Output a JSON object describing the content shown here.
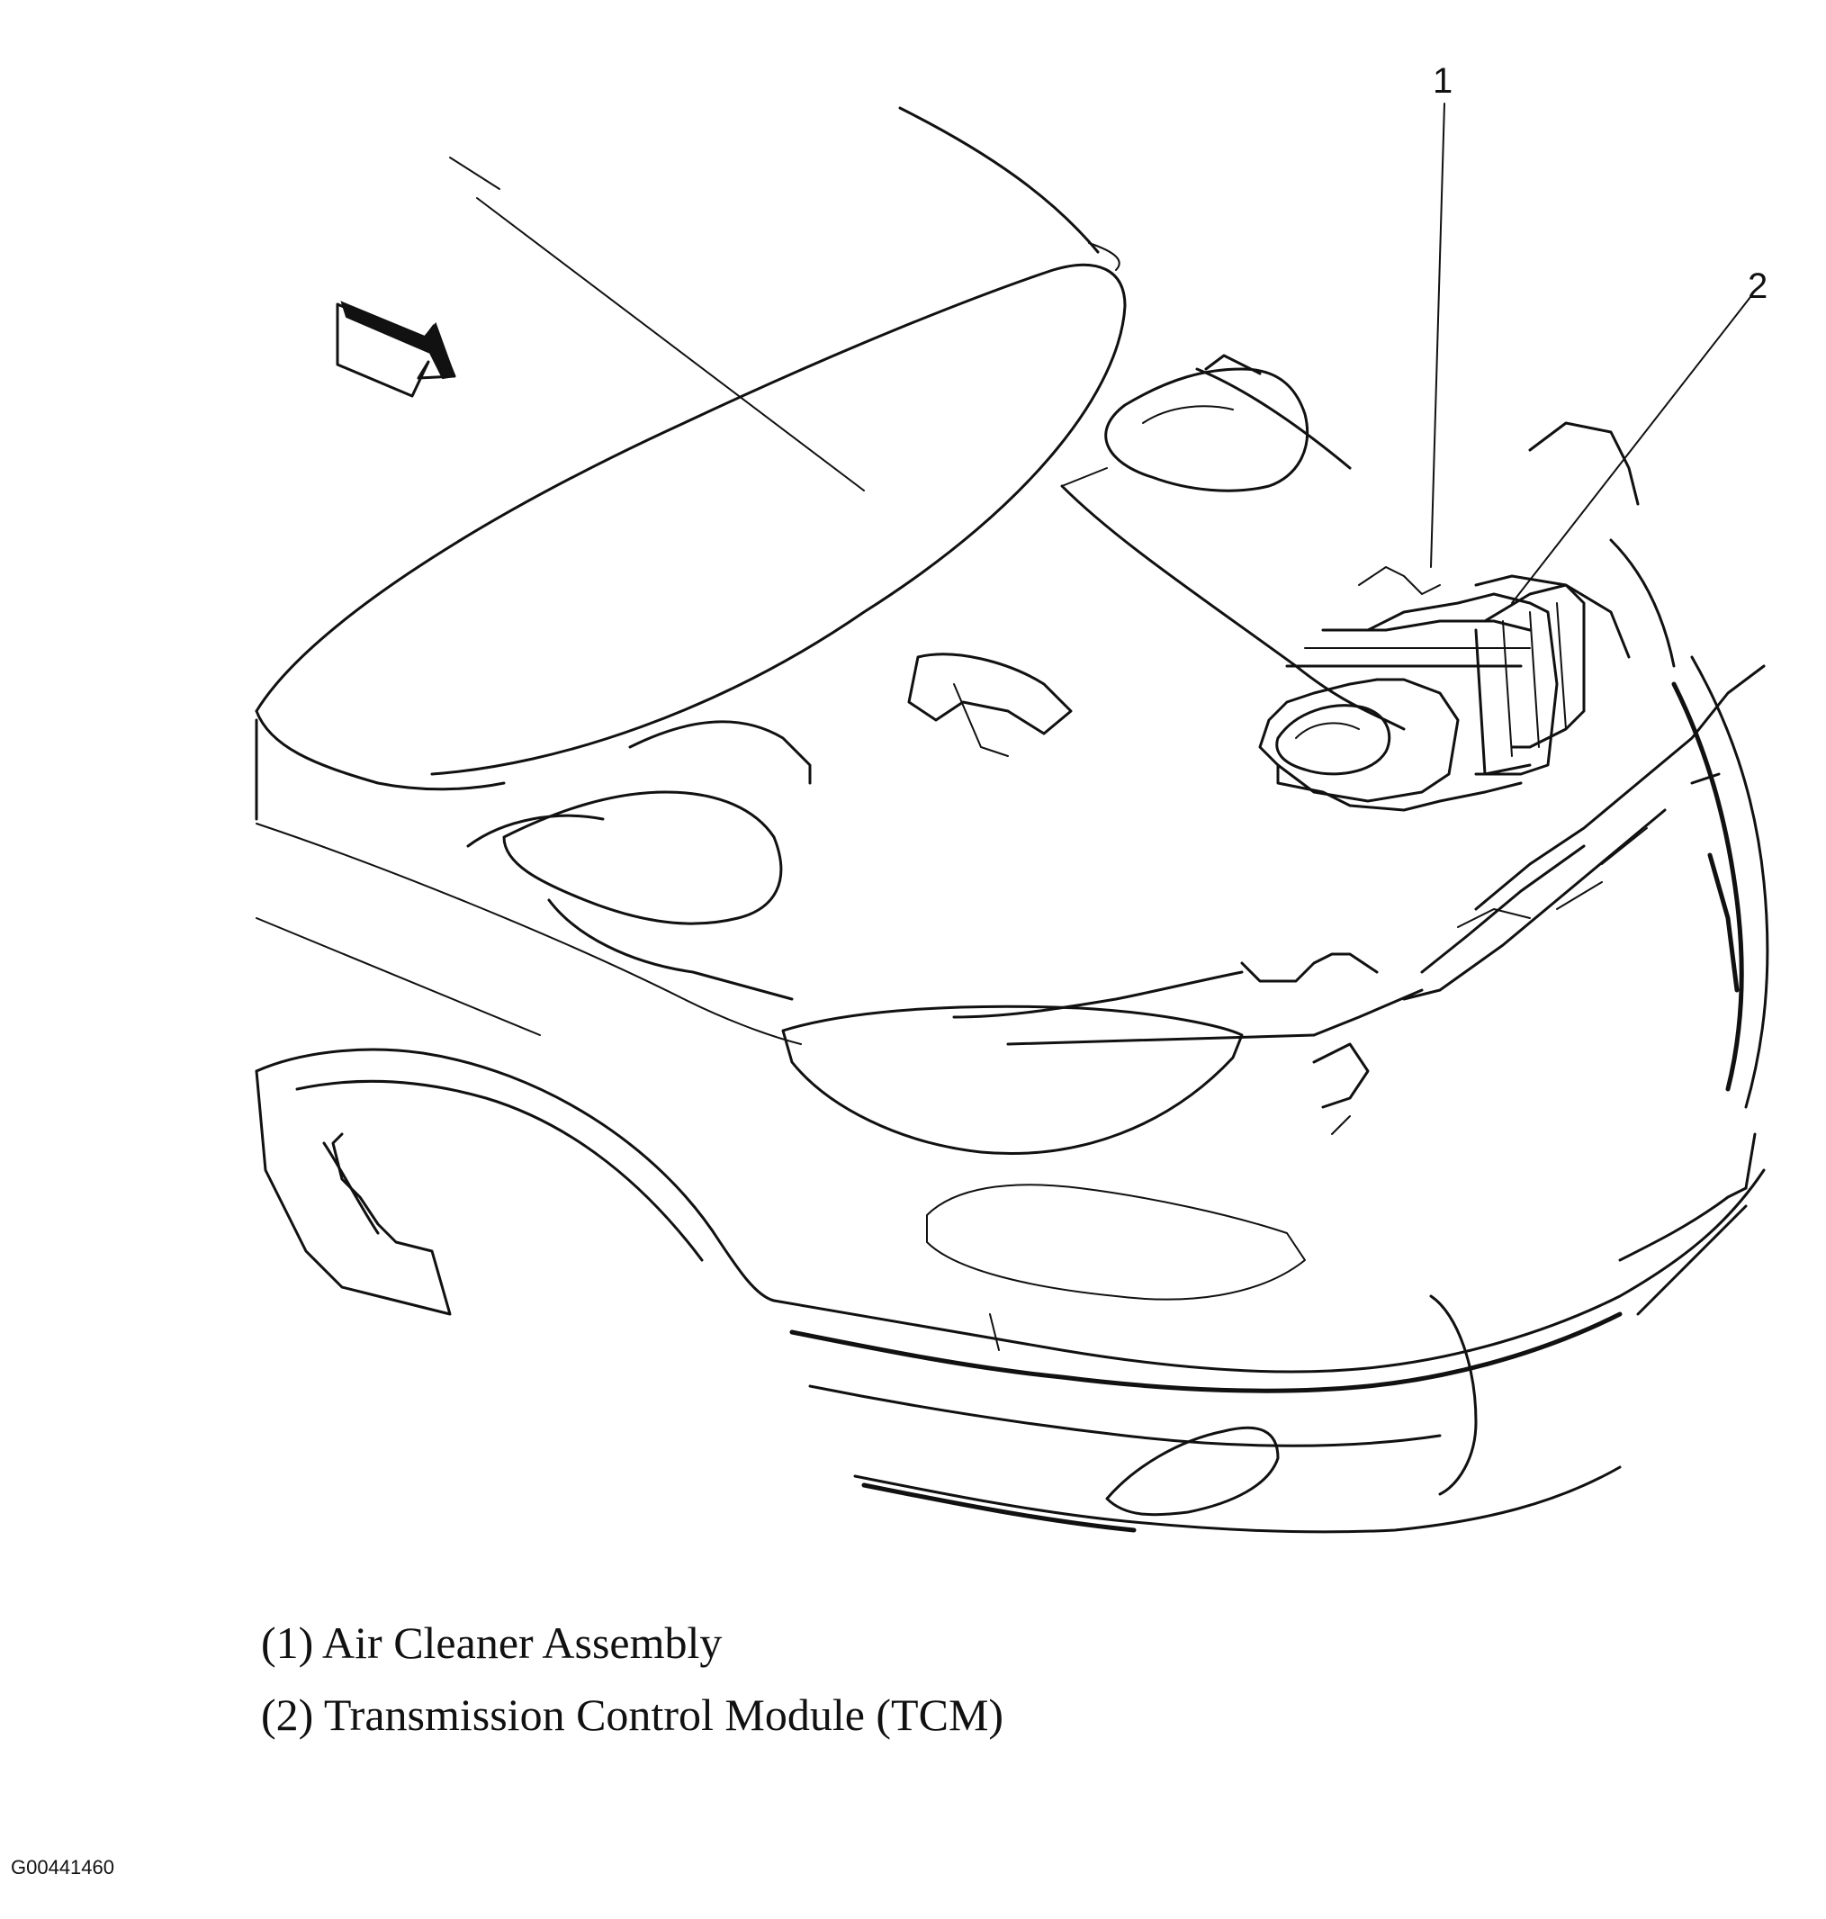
{
  "callouts": [
    {
      "number": "1"
    },
    {
      "number": "2"
    }
  ],
  "legend": [
    {
      "text": "(1) Air Cleaner Assembly"
    },
    {
      "text": "(2) Transmission Control Module (TCM)"
    }
  ],
  "figure_code": "G00441460"
}
